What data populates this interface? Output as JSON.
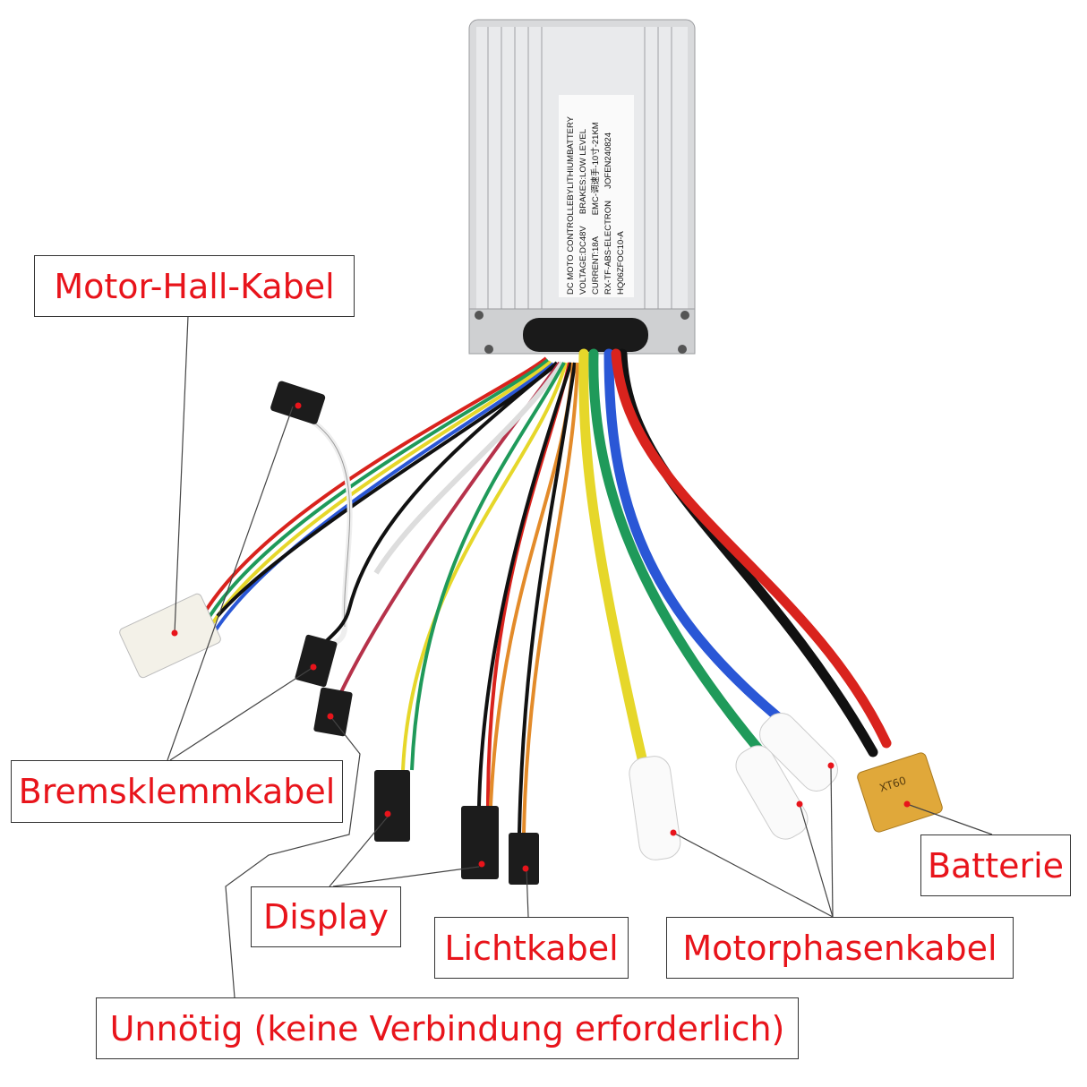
{
  "labels": {
    "motor_hall": "Motor-Hall-Kabel",
    "brake": "Bremsklemmkabel",
    "display": "Display",
    "light": "Lichtkabel",
    "motor_phase": "Motorphasenkabel",
    "battery": "Batterie",
    "unnecessary": "Unnötig (keine Verbindung erforderlich)"
  },
  "controller_label": {
    "lines": [
      "DC MOTO CONTROLLEBYLITHIUMBATTERY",
      "VOLTAGE:DC48V",
      "BRAKES:LOW LEVEL",
      "CURRENT:18A",
      "EMC-调速手-10寸-21KM",
      "RX-TF-ABS-ELECTRON",
      "JOFEN240824",
      "HQ06ZFOC10-A"
    ]
  },
  "battery_connector_text": "XT60",
  "colors": {
    "label_text": "#e8141b",
    "marker_dot": "#e8141b",
    "phase_yellow": "#e6d72a",
    "phase_green": "#1f9a5a",
    "phase_blue": "#2a57d6",
    "battery_red": "#d9231d",
    "battery_black": "#111111",
    "xt60": "#e0a83a"
  }
}
